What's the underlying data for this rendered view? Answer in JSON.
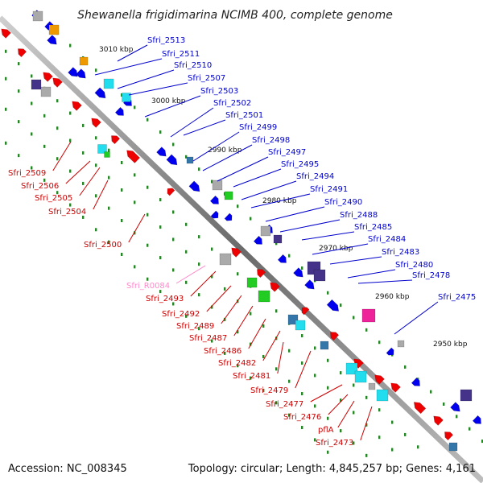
{
  "title": "Shewanella frigidimarina NCIMB 400, complete genome",
  "footer": {
    "accession": "Accession: NC_008345",
    "summary": "Topology: circular; Length: 4,845,257 bp; Genes: 4,161"
  },
  "coordinates": [
    "3010 kbp",
    "3000 kbp",
    "2990 kbp",
    "2980 kbp",
    "2970 kbp",
    "2960 kbp",
    "2950 kbp"
  ],
  "colors": {
    "forward_strand_label": "#0000cc",
    "reverse_strand_label": "#cc0000",
    "rna_label": "#ff88cc",
    "forward_gene": "#0000ee",
    "reverse_gene": "#ee0000",
    "cyan_gene": "#22ddee",
    "gray_gene": "#aaaaaa",
    "purple_gene": "#443388",
    "green_gene": "#22cc22",
    "magenta_gene": "#ee2299",
    "steel_gene": "#3377aa",
    "orange_gene": "#ee9900",
    "guide_dots": "#228822"
  },
  "labels_top": [
    "Sfri_2513",
    "Sfri_2511",
    "Sfri_2510",
    "Sfri_2507",
    "Sfri_2503",
    "Sfri_2502",
    "Sfri_2501",
    "Sfri_2499",
    "Sfri_2498",
    "Sfri_2497",
    "Sfri_2495",
    "Sfri_2494",
    "Sfri_2491",
    "Sfri_2490",
    "Sfri_2488",
    "Sfri_2485",
    "Sfri_2484",
    "Sfri_2483",
    "Sfri_2480",
    "Sfri_2478",
    "Sfri_2475"
  ],
  "labels_bottom": [
    "Sfri_2509",
    "Sfri_2506",
    "Sfri_2505",
    "Sfri_2504",
    "Sfri_2500",
    "Sfri_R0084",
    "Sfri_2493",
    "Sfri_2492",
    "Sfri_2489",
    "Sfri_2487",
    "Sfri_2486",
    "Sfri_2482",
    "Sfri_2481",
    "Sfri_2479",
    "Sfri_2477",
    "Sfri_2476",
    "pflA",
    "Sfri_2473"
  ]
}
